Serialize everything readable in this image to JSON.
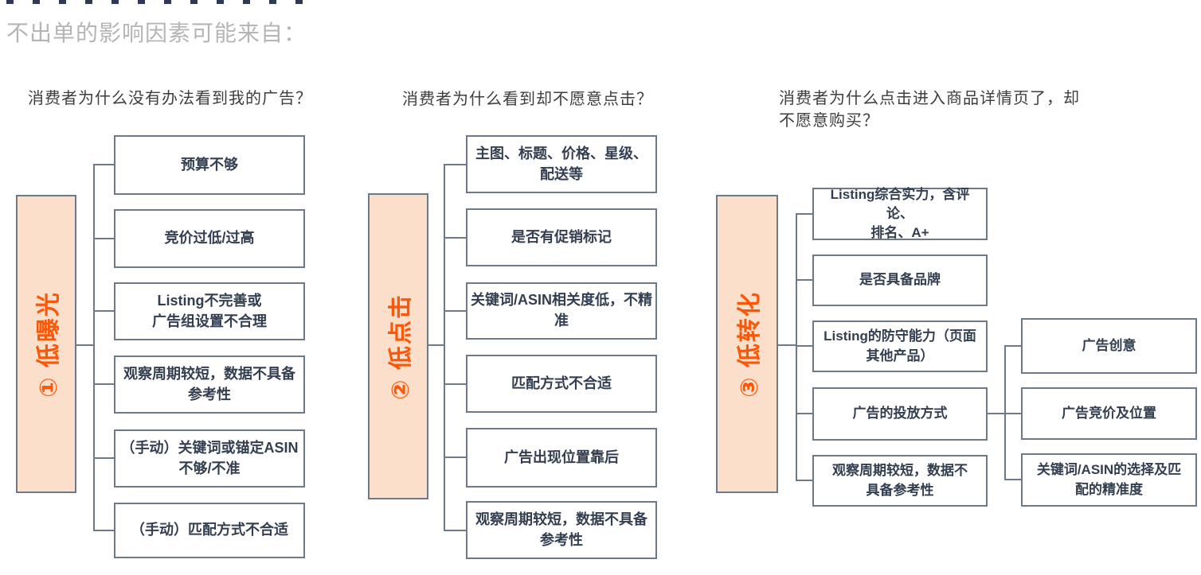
{
  "page": {
    "subtitle": "不出单的影响因素可能来自："
  },
  "colors": {
    "accent_orange": "#f9570a",
    "peach_fill": "#fcdfcb",
    "line_gray": "#6e7987",
    "box_text": "#333f50",
    "subtitle_gray": "#b5b5b5"
  },
  "columns": [
    {
      "id": "low-exposure",
      "question": "消费者为什么没有办法看到我的广告？",
      "label": "① 低曝光",
      "boxes": [
        "预算不够",
        "竞价过低/过高",
        "Listing不完善或\n广告组设置不合理",
        "观察周期较短，数据不具备\n参考性",
        "（手动）关键词或锚定ASIN\n不够/不准",
        "（手动）匹配方式不合适"
      ]
    },
    {
      "id": "low-click",
      "question": "消费者为什么看到却不愿意点击？",
      "label": "② 低点击",
      "boxes": [
        "主图、标题、价格、星级、\n配送等",
        "是否有促销标记",
        "关键词/ASIN相关度低，不精\n准",
        "匹配方式不合适",
        "广告出现位置靠后",
        "观察周期较短，数据不具备\n参考性"
      ]
    },
    {
      "id": "low-conversion",
      "question": "消费者为什么点击进入商品详情页了，却\n不愿意购买？",
      "label": "③ 低转化",
      "boxes": [
        "Listing综合实力，含评论、\n排名、A+",
        "是否具备品牌",
        "Listing的防守能力（页面\n其他产品）",
        "广告的投放方式",
        "观察周期较短，数据不\n具备参考性"
      ],
      "sub_boxes": [
        "广告创意",
        "广告竞价及位置",
        "关键词/ASIN的选择及匹\n配的精准度"
      ]
    }
  ]
}
